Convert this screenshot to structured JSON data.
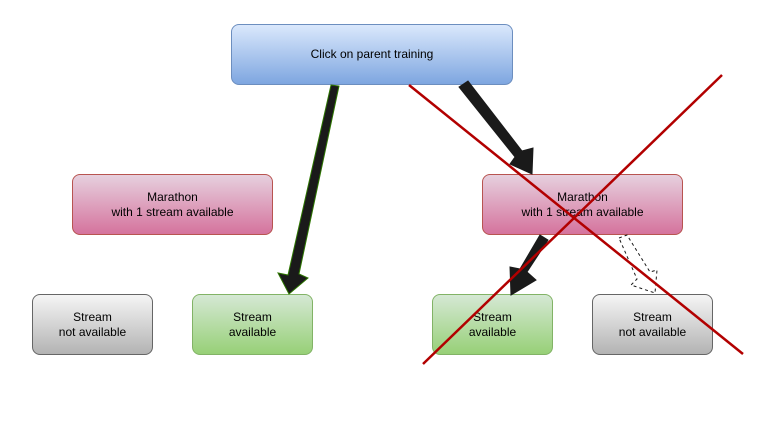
{
  "nodes": {
    "parent": {
      "line1": "Click on parent training"
    },
    "marathon_left": {
      "line1": "Marathon",
      "line2": "with 1 stream available"
    },
    "marathon_right": {
      "line1": "Marathon",
      "line2": "with 1 stream available"
    },
    "stream_gray_left": {
      "line1": "Stream",
      "line2": "not available"
    },
    "stream_green_left": {
      "line1": "Stream",
      "line2": "available"
    },
    "stream_green_right": {
      "line1": "Stream",
      "line2": "available"
    },
    "stream_gray_right": {
      "line1": "Stream",
      "line2": "not available"
    }
  },
  "colors": {
    "cross": "#b20000",
    "arrow_dark": "#1a1a1a",
    "arrow_green_outline": "#2d7600"
  }
}
